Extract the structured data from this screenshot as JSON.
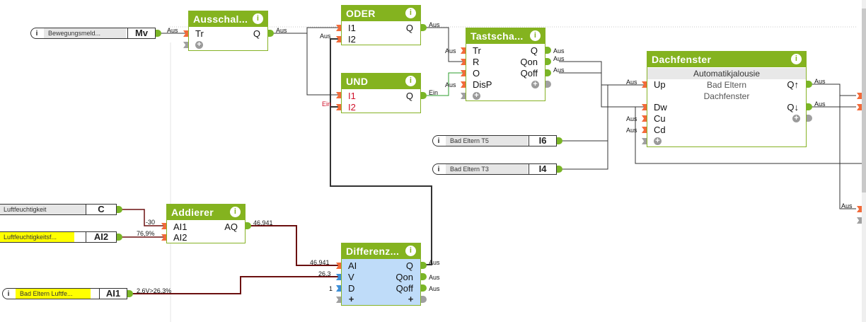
{
  "blocks": {
    "ausschalt": {
      "title": "Ausschal...",
      "inputs": [
        "Tr"
      ],
      "outputs": [
        "Q"
      ]
    },
    "oder": {
      "title": "ODER",
      "inputs": [
        "I1",
        "I2"
      ],
      "outputs": [
        "Q"
      ]
    },
    "und": {
      "title": "UND",
      "inputs": [
        "I1",
        "I2"
      ],
      "outputs": [
        "Q"
      ]
    },
    "tastschalter": {
      "title": "Tastscha...",
      "inputs": [
        "Tr",
        "R",
        "O",
        "DisP"
      ],
      "outputs": [
        "Q",
        "Qon",
        "Qoff"
      ]
    },
    "dachfenster": {
      "title": "Dachfenster",
      "type_label": "Automatikjalousie",
      "desc_line1": "Bad Eltern",
      "desc_line2": "Dachfenster",
      "inputs": [
        "Up",
        "Dw",
        "Cu",
        "Cd"
      ],
      "outputs": [
        "Q↑",
        "Q↓"
      ]
    },
    "addierer": {
      "title": "Addierer",
      "inputs": [
        "AI1",
        "AI2"
      ],
      "outputs": [
        "AQ"
      ]
    },
    "differenz": {
      "title": "Differenz...",
      "inputs": [
        "AI",
        "V",
        "D"
      ],
      "outputs": [
        "Q",
        "Qon",
        "Qoff"
      ]
    }
  },
  "io_blocks": {
    "bewegung": {
      "name": "Bewegungsmeld...",
      "code": "Mv"
    },
    "t5": {
      "name": "Bad Eltern T5",
      "code": "I6"
    },
    "t3": {
      "name": "Bad Eltern T3",
      "code": "I4"
    },
    "luft_c": {
      "name": "Luftfeuchtigkeit",
      "code": "C"
    },
    "luft_ai2": {
      "name": "Luftfeuchtigkeitsf...",
      "code": "AI2"
    },
    "luft_ai1": {
      "name": "Bad Eltern Luftfe...",
      "code": "AI1"
    }
  },
  "wire_labels": {
    "aus": "Aus",
    "ein": "Ein",
    "minus30": "-30",
    "pct769": "76,9%",
    "val46941": "46,941",
    "val263": "26,3",
    "val1": "1",
    "ai1_val": "2,6V>26,3%"
  },
  "icons": {
    "info": "i",
    "plus": "+"
  }
}
